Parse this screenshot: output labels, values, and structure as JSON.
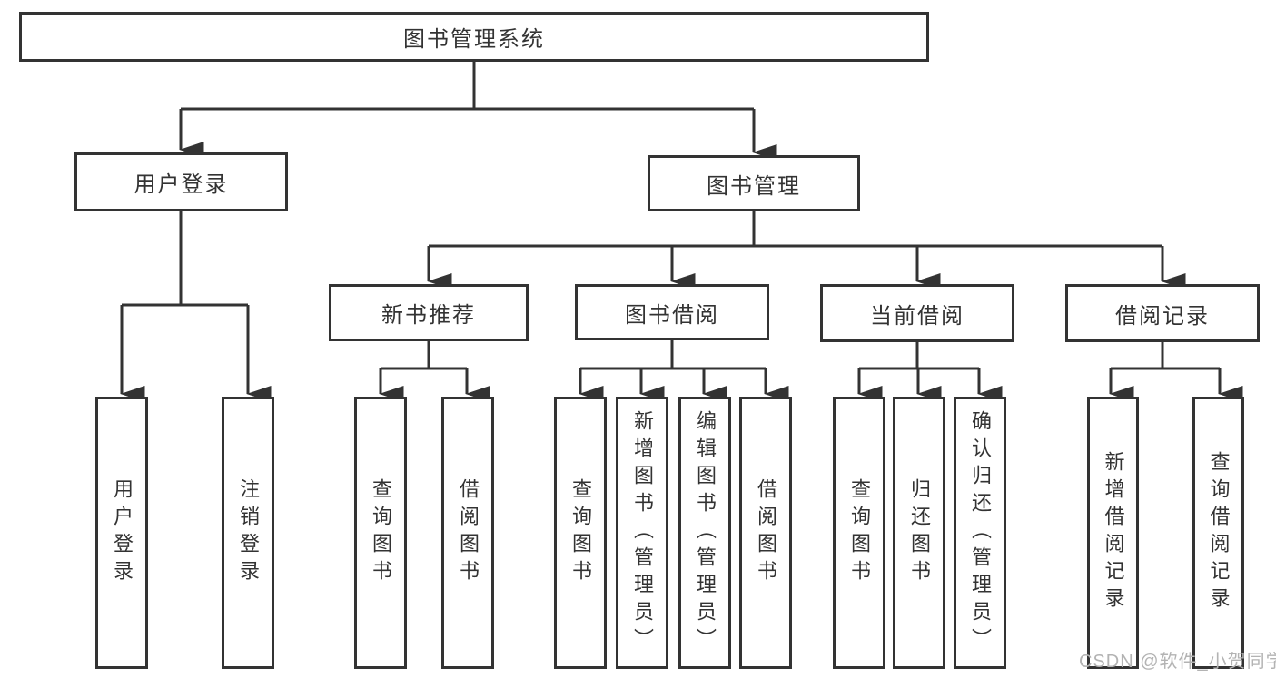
{
  "colors": {
    "line": "#333333",
    "text": "#333333",
    "box_background": "#ffffff",
    "watermark": "#b3b3b3"
  },
  "watermark": {
    "text": "CSDN @软件_小贺同学"
  },
  "tree": {
    "label": "图书管理系统",
    "children": [
      {
        "label": "用户登录",
        "children": [
          {
            "label": "用户登录"
          },
          {
            "label": "注销登录"
          }
        ]
      },
      {
        "label": "图书管理",
        "children": [
          {
            "label": "新书推荐",
            "children": [
              {
                "label": "查询图书"
              },
              {
                "label": "借阅图书"
              }
            ]
          },
          {
            "label": "图书借阅",
            "children": [
              {
                "label": "查询图书"
              },
              {
                "label": "新增图书（管理员）"
              },
              {
                "label": "编辑图书（管理员）"
              },
              {
                "label": "借阅图书"
              }
            ]
          },
          {
            "label": "当前借阅",
            "children": [
              {
                "label": "查询图书"
              },
              {
                "label": "归还图书"
              },
              {
                "label": "确认归还（管理员）"
              }
            ]
          },
          {
            "label": "借阅记录",
            "children": [
              {
                "label": "新增借阅记录"
              },
              {
                "label": "查询借阅记录"
              }
            ]
          }
        ]
      }
    ]
  }
}
